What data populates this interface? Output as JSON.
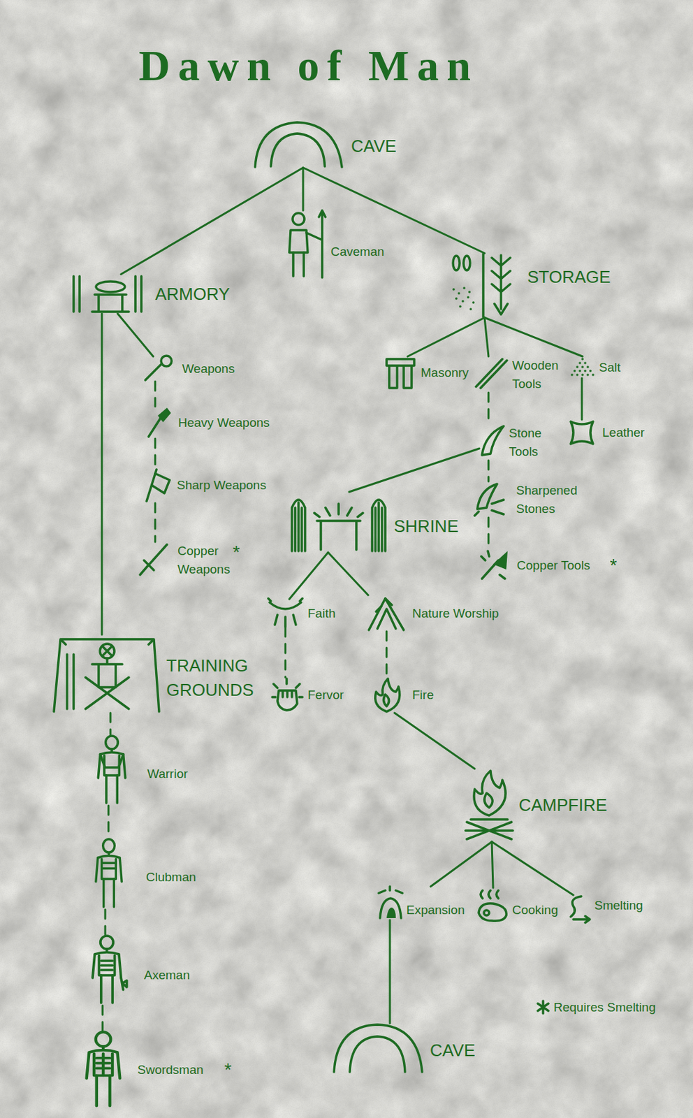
{
  "diagram": {
    "title": "Dawn of Man",
    "nodes": [
      {
        "text": [
          "CAVE"
        ]
      },
      {
        "text": [
          "Caveman"
        ]
      },
      {
        "text": [
          "ARMORY"
        ]
      },
      {
        "text": [
          "STORAGE"
        ]
      },
      {
        "text": [
          "Weapons"
        ]
      },
      {
        "text": [
          "Masonry"
        ]
      },
      {
        "text": [
          "Wooden Tools"
        ]
      },
      {
        "text": [
          "Salt"
        ]
      },
      {
        "text": [
          "Heavy Weapons"
        ]
      },
      {
        "text": [
          "Stone Tools"
        ]
      },
      {
        "text": [
          "Leather"
        ]
      },
      {
        "text": [
          "Sharp Weapons"
        ]
      },
      {
        "text": [
          "Sharpened Stones"
        ]
      },
      {
        "text": [
          "SHRINE"
        ]
      },
      {
        "text": [
          "Copper Weapons",
          "*"
        ]
      },
      {
        "text": [
          "Copper Tools",
          "*"
        ]
      },
      {
        "text": [
          "Faith"
        ]
      },
      {
        "text": [
          "Nature Worship"
        ]
      },
      {
        "text": [
          "TRAINING GROUNDS"
        ]
      },
      {
        "text": [
          "Fervor"
        ]
      },
      {
        "text": [
          "Fire"
        ]
      },
      {
        "text": [
          "Warrior"
        ]
      },
      {
        "text": [
          "CAMPFIRE"
        ]
      },
      {
        "text": [
          "Clubman"
        ]
      },
      {
        "text": [
          "Expansion"
        ]
      },
      {
        "text": [
          "Cooking"
        ]
      },
      {
        "text": [
          "Smelting"
        ]
      },
      {
        "text": [
          "Axeman"
        ]
      },
      {
        "text": [
          "CAVE"
        ]
      },
      {
        "text": [
          "Swordsman",
          "*"
        ]
      }
    ],
    "edges": [
      {
        "from": 0,
        "to": 1,
        "arrow": "none"
      },
      {
        "from": 0,
        "to": 2,
        "arrow": "none"
      },
      {
        "from": 0,
        "to": 3,
        "arrow": "none"
      },
      {
        "from": 2,
        "to": 4,
        "arrow": "none"
      },
      {
        "from": 2,
        "to": 18,
        "arrow": "none"
      },
      {
        "from": 3,
        "to": 5,
        "arrow": "none"
      },
      {
        "from": 3,
        "to": 6,
        "arrow": "none"
      },
      {
        "from": 3,
        "to": 7,
        "arrow": "none"
      },
      {
        "from": 4,
        "to": 8,
        "arrow": "none"
      },
      {
        "from": 6,
        "to": 9,
        "arrow": "none"
      },
      {
        "from": 7,
        "to": 10,
        "arrow": "none"
      },
      {
        "from": 8,
        "to": 11,
        "arrow": "none"
      },
      {
        "from": 9,
        "to": 12,
        "arrow": "none"
      },
      {
        "from": 9,
        "to": 13,
        "arrow": "none"
      },
      {
        "from": 11,
        "to": 14,
        "arrow": "none"
      },
      {
        "from": 12,
        "to": 15,
        "arrow": "none"
      },
      {
        "from": 13,
        "to": 16,
        "arrow": "none"
      },
      {
        "from": 13,
        "to": 17,
        "arrow": "none"
      },
      {
        "from": 16,
        "to": 19,
        "arrow": "none"
      },
      {
        "from": 17,
        "to": 20,
        "arrow": "none"
      },
      {
        "from": 20,
        "to": 22,
        "arrow": "none"
      },
      {
        "from": 18,
        "to": 21,
        "arrow": "none"
      },
      {
        "from": 22,
        "to": 24,
        "arrow": "none"
      },
      {
        "from": 22,
        "to": 25,
        "arrow": "none"
      },
      {
        "from": 22,
        "to": 26,
        "arrow": "none"
      },
      {
        "from": 21,
        "to": 23,
        "arrow": "none"
      },
      {
        "from": 24,
        "to": 28,
        "arrow": "none"
      },
      {
        "from": 23,
        "to": 27,
        "arrow": "none"
      },
      {
        "from": 27,
        "to": 29,
        "arrow": "none"
      }
    ],
    "legend": [
      {
        "text": "Requires Smelting"
      }
    ]
  }
}
